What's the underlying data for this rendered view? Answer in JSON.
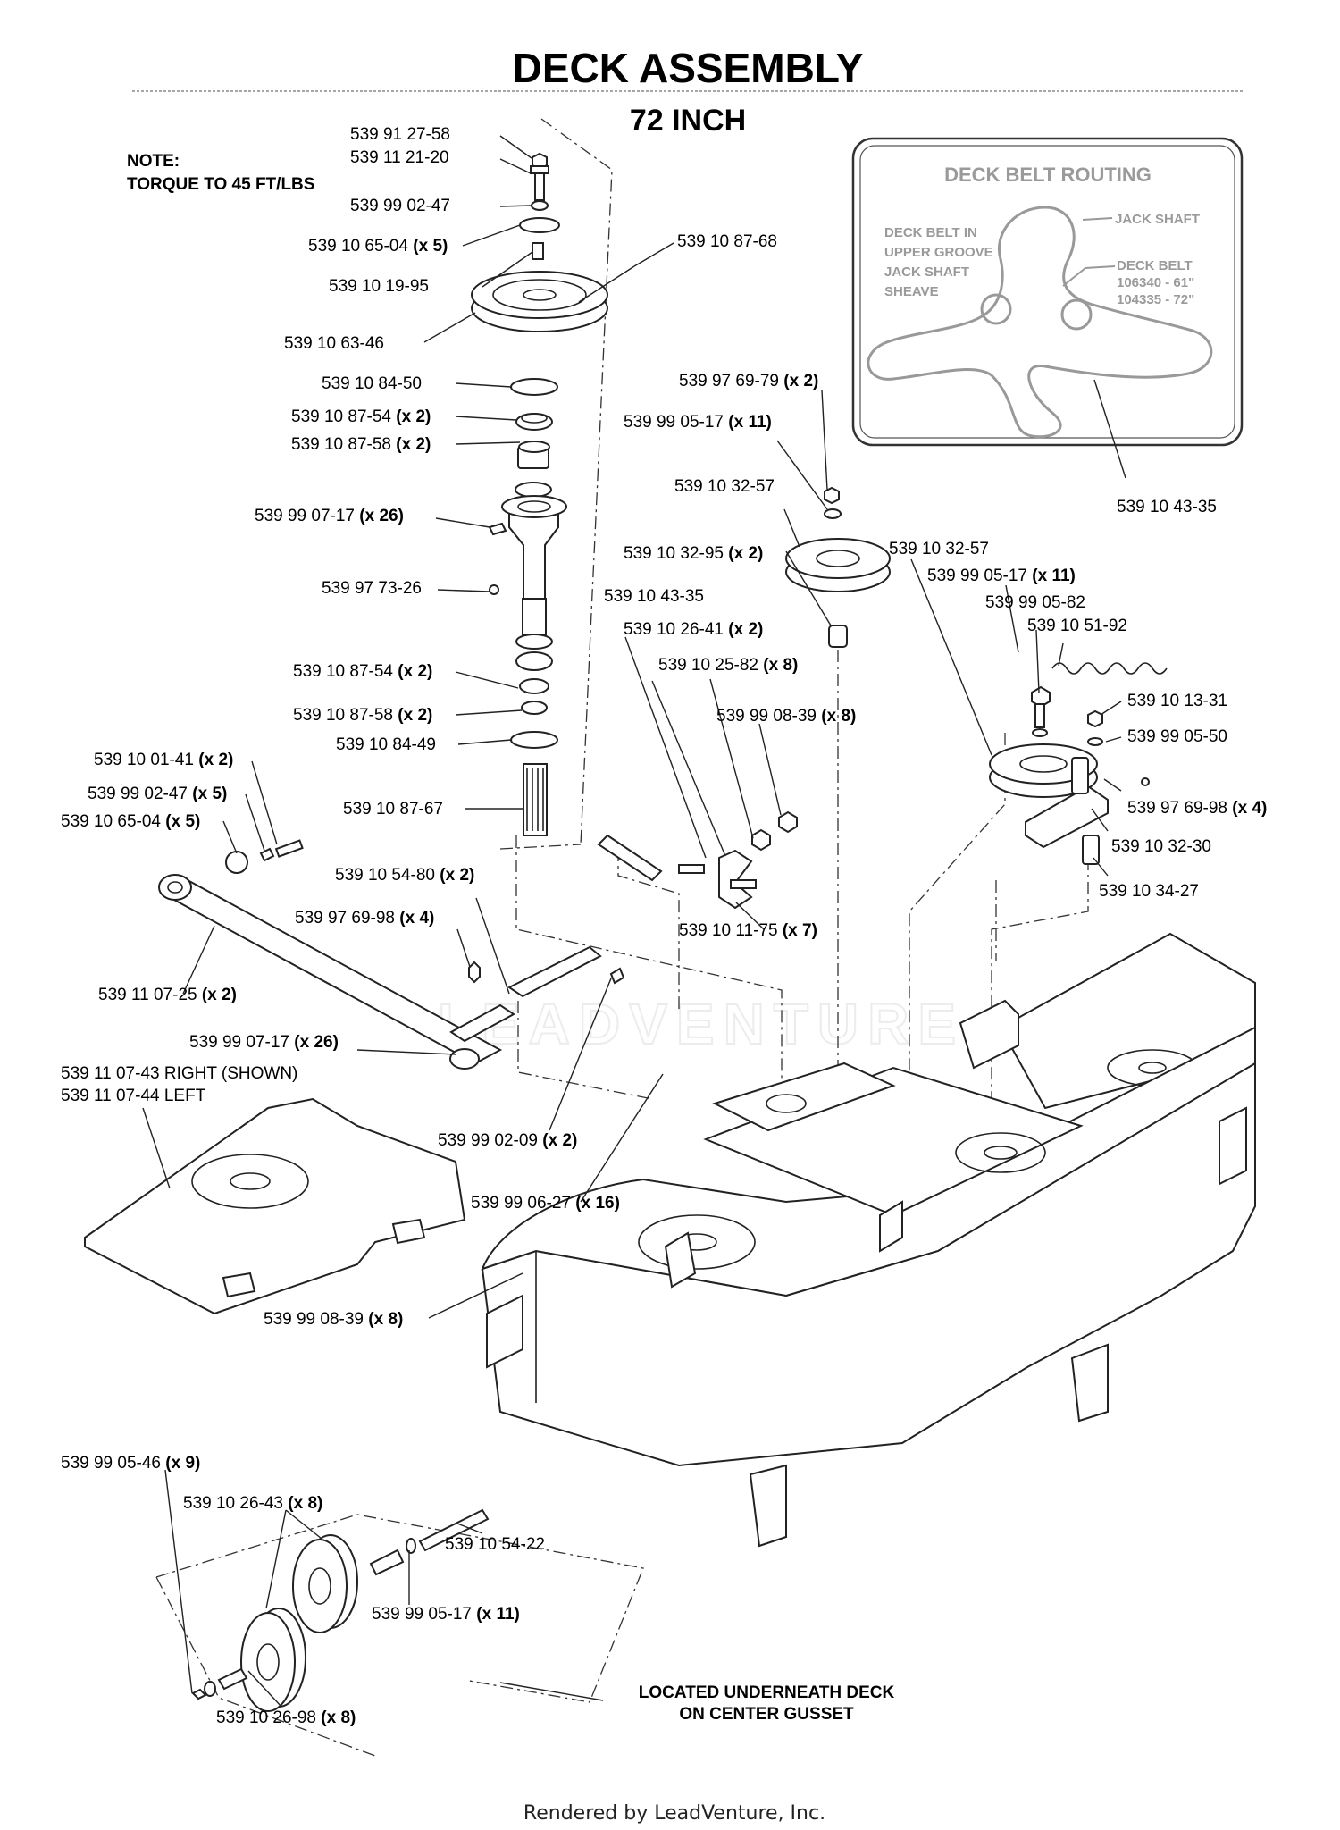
{
  "title": "DECK ASSEMBLY",
  "subtitle": "72 INCH",
  "note": {
    "line1": "NOTE:",
    "line2": "TORQUE TO 45 FT/LBS"
  },
  "routing": {
    "title": "DECK BELT ROUTING",
    "jack_shaft": "JACK SHAFT",
    "upper": [
      "DECK BELT IN",
      "UPPER GROOVE",
      "JACK SHAFT",
      "SHEAVE"
    ],
    "belt": [
      "DECK BELT",
      "106340 - 61\"",
      "104335 - 72\""
    ]
  },
  "labels": [
    {
      "part": "539 91 27-58",
      "qty": ""
    },
    {
      "part": "539 11 21-20",
      "qty": ""
    },
    {
      "part": "539 99 02-47",
      "qty": ""
    },
    {
      "part": "539 10 65-04",
      "qty": "(x 5)"
    },
    {
      "part": "539 10 19-95",
      "qty": ""
    },
    {
      "part": "539 10 63-46",
      "qty": ""
    },
    {
      "part": "539 10 84-50",
      "qty": ""
    },
    {
      "part": "539 10 87-54",
      "qty": "(x 2)"
    },
    {
      "part": "539 10 87-58",
      "qty": "(x 2)"
    },
    {
      "part": "539 99 07-17",
      "qty": "(x 26)"
    },
    {
      "part": "539 97 73-26",
      "qty": ""
    },
    {
      "part": "539 10 87-54",
      "qty": "(x 2)"
    },
    {
      "part": "539 10 87-58",
      "qty": "(x 2)"
    },
    {
      "part": "539 10 84-49",
      "qty": ""
    },
    {
      "part": "539 10 87-67",
      "qty": ""
    },
    {
      "part": "539 10 01-41",
      "qty": "(x 2)"
    },
    {
      "part": "539 99 02-47",
      "qty": "(x 5)"
    },
    {
      "part": "539 10 65-04",
      "qty": "(x 5)"
    },
    {
      "part": "539 10 87-68",
      "qty": ""
    },
    {
      "part": "539 97 69-79",
      "qty": "(x 2)"
    },
    {
      "part": "539 99 05-17",
      "qty": "(x 11)"
    },
    {
      "part": "539 10 32-57",
      "qty": ""
    },
    {
      "part": "539 10 32-95",
      "qty": "(x 2)"
    },
    {
      "part": "539 10 43-35",
      "qty": ""
    },
    {
      "part": "539 10 26-41",
      "qty": "(x 2)"
    },
    {
      "part": "539 10 25-82",
      "qty": "(x 8)"
    },
    {
      "part": "539 99 08-39",
      "qty": "(x 8)"
    },
    {
      "part": "539 10 32-57",
      "qty": ""
    },
    {
      "part": "539 99 05-17",
      "qty": "(x 11)"
    },
    {
      "part": "539 99 05-82",
      "qty": ""
    },
    {
      "part": "539 10 51-92",
      "qty": ""
    },
    {
      "part": "539 10 13-31",
      "qty": ""
    },
    {
      "part": "539 99 05-50",
      "qty": ""
    },
    {
      "part": "539 97 69-98",
      "qty": "(x 4)"
    },
    {
      "part": "539 10 32-30",
      "qty": ""
    },
    {
      "part": "539 10 34-27",
      "qty": ""
    },
    {
      "part": "539 10 43-35",
      "qty": ""
    },
    {
      "part": "539 10 54-80",
      "qty": "(x 2)"
    },
    {
      "part": "539 97 69-98",
      "qty": "(x 4)"
    },
    {
      "part": "539 11 07-25",
      "qty": "(x 2)"
    },
    {
      "part": "539 10 11-75",
      "qty": "(x 7)"
    },
    {
      "part": "539 99 07-17",
      "qty": "(x 26)"
    },
    {
      "part": "539 11 07-43 RIGHT (SHOWN)",
      "qty": ""
    },
    {
      "part": "539 11 07-44 LEFT",
      "qty": ""
    },
    {
      "part": "539 99 02-09",
      "qty": "(x 2)"
    },
    {
      "part": "539 99 06-27",
      "qty": "(x 16)"
    },
    {
      "part": "539 99 08-39",
      "qty": "(x 8)"
    },
    {
      "part": "539 99 05-46",
      "qty": "(x 9)"
    },
    {
      "part": "539 10 26-43",
      "qty": "(x 8)"
    },
    {
      "part": "539 10 54-22",
      "qty": ""
    },
    {
      "part": "539 99 05-17",
      "qty": "(x 11)"
    },
    {
      "part": "539 10 26-98",
      "qty": "(x 8)"
    }
  ],
  "located": [
    "LOCATED UNDERNEATH DECK",
    "ON CENTER GUSSET"
  ],
  "watermark": "LEADVENTURE",
  "footer": "Rendered by LeadVenture, Inc."
}
